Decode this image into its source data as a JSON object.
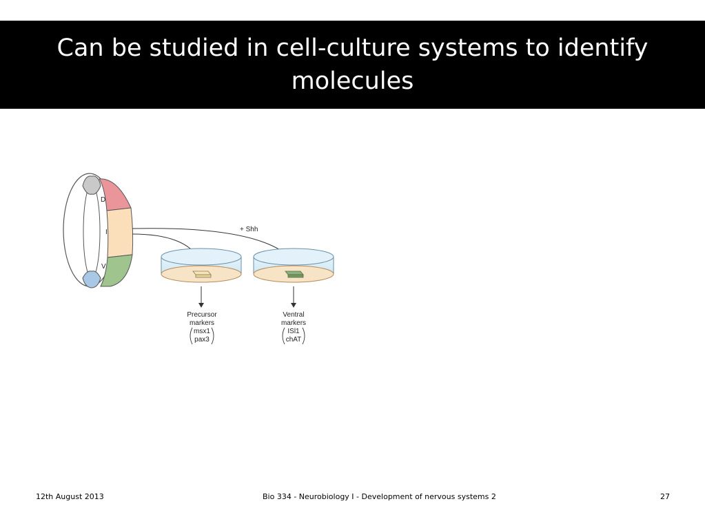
{
  "slide": {
    "title": "Can be studied in cell-culture systems to identify molecules"
  },
  "figure": {
    "regions": {
      "dorsal": "D",
      "intermediate": "I",
      "ventral": "V"
    },
    "treatment_label": "+ Shh",
    "left_dish": {
      "heading_1": "Precursor",
      "heading_2": "markers",
      "markers": [
        "msx1",
        "pax3"
      ]
    },
    "right_dish": {
      "heading_1": "Ventral",
      "heading_2": "markers",
      "markers": [
        "ISl1",
        "chAT"
      ]
    },
    "colors": {
      "dorsal": "#e9959a",
      "intermediate": "#fbdfbb",
      "ventral": "#9fc48e",
      "roof_plate": "#c9c9c9",
      "floor_plate": "#a8c8e6",
      "dish_water": "#cfe8f4",
      "explant_left": "#f6e6b7",
      "explant_right": "#8db07e"
    }
  },
  "footer": {
    "date": "12th August 2013",
    "course": "Bio 334 - Neurobiology I - Development of nervous systems 2",
    "page": "27"
  }
}
